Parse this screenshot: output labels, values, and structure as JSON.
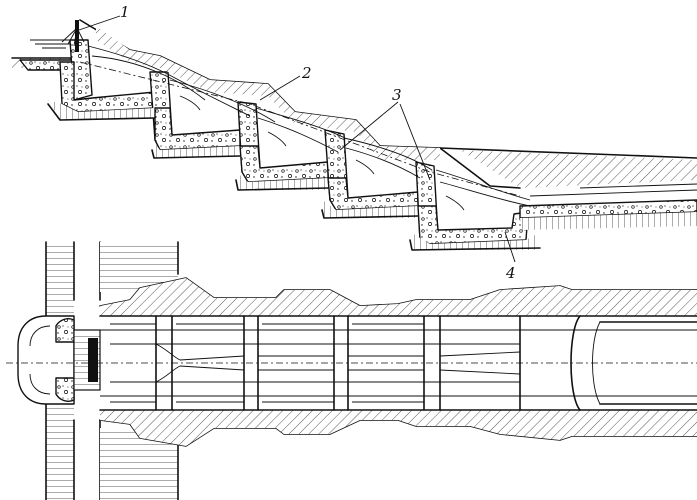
{
  "figure": {
    "callouts": {
      "label_1": "1",
      "label_2": "2",
      "label_3": "3",
      "label_4": "4"
    },
    "colors": {
      "ink": "#111111",
      "paper": "#ffffff"
    }
  }
}
